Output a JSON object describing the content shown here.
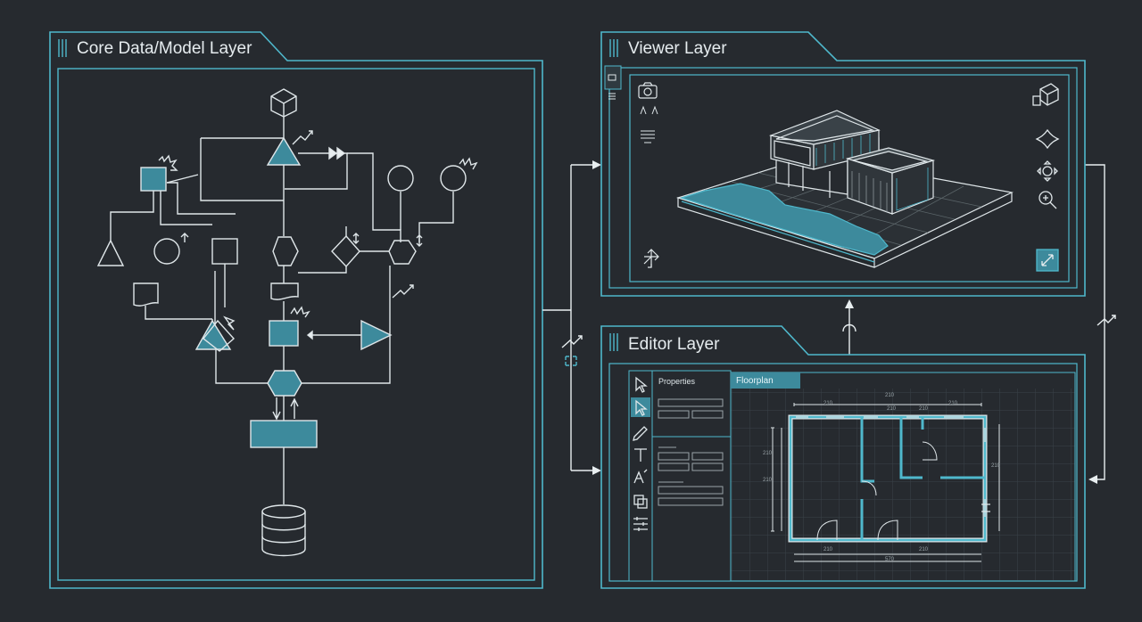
{
  "panels": {
    "core": {
      "title": "Core Data/Model Layer"
    },
    "viewer": {
      "title": "Viewer Layer"
    },
    "editor": {
      "title": "Editor Layer",
      "properties_label": "Properties",
      "tab_label": "Floorplan",
      "tools": [
        "pointer-icon",
        "select-icon",
        "pen-icon",
        "text-icon",
        "text-style-icon",
        "layers-icon",
        "sliders-icon"
      ]
    }
  },
  "floorplan_dims": {
    "top": [
      "210",
      "210",
      "210",
      "210",
      "210"
    ],
    "left": [
      "210",
      "210"
    ],
    "bottom": [
      "210",
      "210",
      "570"
    ],
    "right": [
      "210"
    ]
  },
  "colors": {
    "background": "#262a2f",
    "accent": "#4fb8cc",
    "line": "#d8e0e3",
    "fill_accent": "#3d8a9c"
  },
  "viewer_icons": [
    "camera-icon",
    "text-size-icon",
    "menu-icon",
    "view-cube-icon",
    "move-icon",
    "orbit-icon",
    "zoom-icon",
    "axes-icon",
    "fit-icon"
  ]
}
